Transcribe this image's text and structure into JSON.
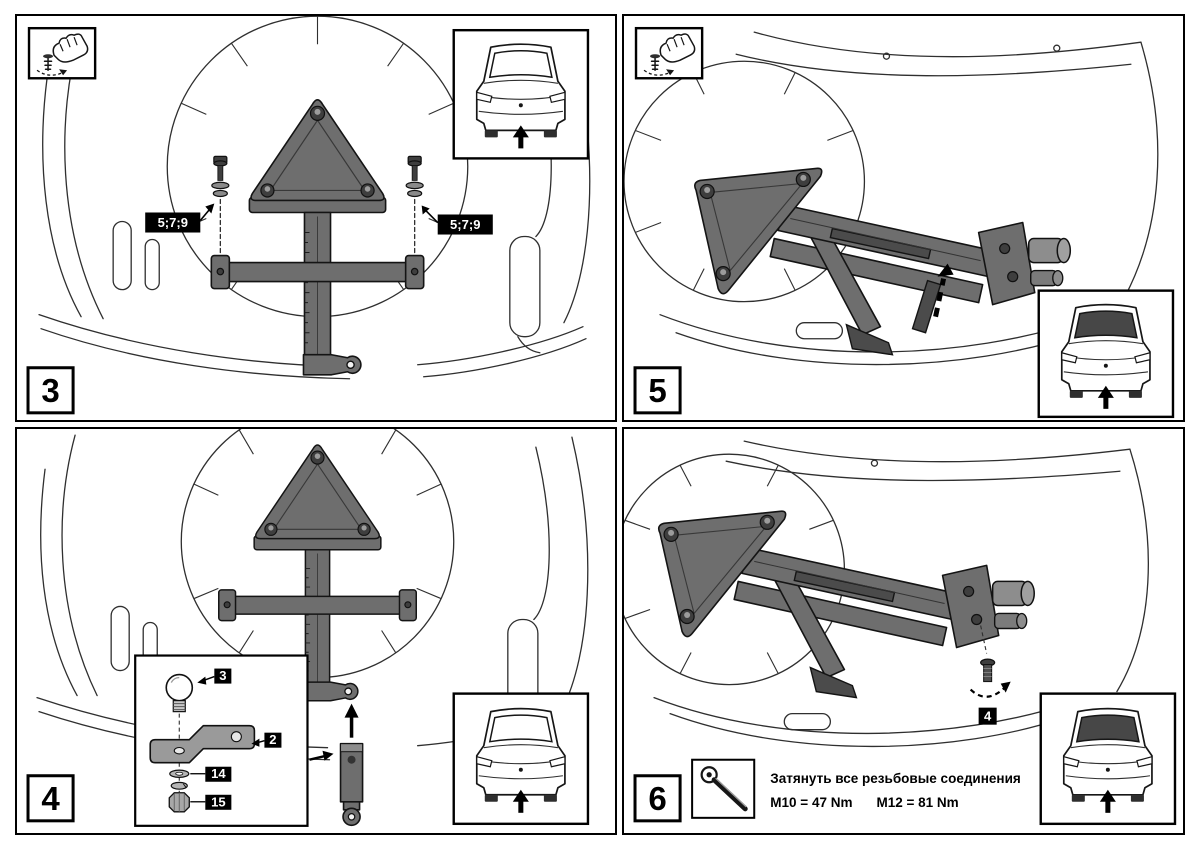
{
  "page": {
    "type": "towbar-installation-instructions",
    "language": "ru"
  },
  "colors": {
    "line": "#2f2f2f",
    "part_fill": "#6e6e6e",
    "part_dark": "#4b4b4b",
    "callout_bg": "#000000",
    "callout_text": "#ffffff",
    "background": "#ffffff"
  },
  "icons": {
    "hand_tighten": "hand-tightening-screw-icon",
    "car_rear": "car-rear-view-up-arrow-icon",
    "ratchet": "ratchet-wrench-icon",
    "direction_arrow": "↑"
  },
  "panels": {
    "step3": {
      "number": "3",
      "callout_left": "5;7;9",
      "callout_right": "5;7;9"
    },
    "step4": {
      "number": "4",
      "callout_ball": "3",
      "callout_mount": "2",
      "callout_washer": "14",
      "callout_nut": "15"
    },
    "step5": {
      "number": "5"
    },
    "step6": {
      "number": "6",
      "callout_bolt": "4",
      "torque_note": {
        "title": "Затянуть все резьбовые соединения",
        "m10": "M10 = 47 Nm",
        "m12": "M12 = 81 Nm"
      }
    }
  }
}
